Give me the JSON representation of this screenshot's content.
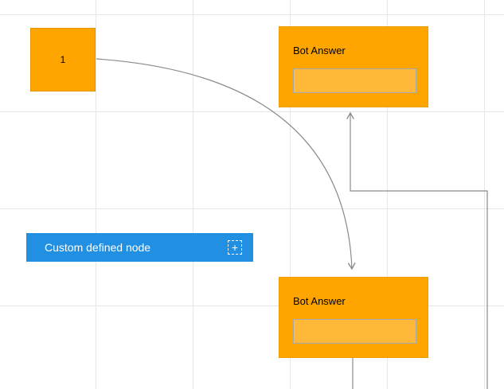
{
  "canvas": {
    "background": "#ffffff",
    "grid_color": "#e7e7e7"
  },
  "nodes": {
    "start": {
      "label": "1",
      "fill": "#ffa500"
    },
    "bot_answer_top": {
      "title": "Bot Answer",
      "fill": "#ffa500"
    },
    "bot_answer_bottom": {
      "title": "Bot Answer",
      "fill": "#ffa500"
    },
    "custom_button": {
      "label": "Custom defined node",
      "plus": "+",
      "fill": "#2190e3"
    }
  },
  "connectors": {
    "color": "#8a8a8a",
    "curve": "from node 1 to bottom Bot Answer, arrow down",
    "orthogonal": "from bottom edge up-left into top Bot Answer, arrow up",
    "stub": "from bottom Bot Answer down to canvas edge"
  }
}
